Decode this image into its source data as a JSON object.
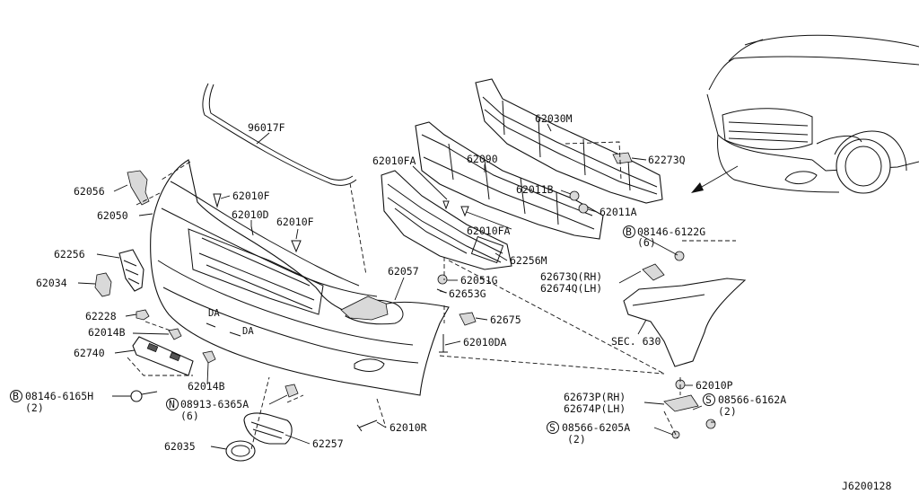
{
  "diagram_code": "J6200128",
  "callouts": [
    {
      "id": "96017F",
      "text": "96017F"
    },
    {
      "id": "62030M",
      "text": "62030M"
    },
    {
      "id": "62273Q",
      "text": "62273Q"
    },
    {
      "id": "62010FA-a",
      "text": "62010FA"
    },
    {
      "id": "62090",
      "text": "62090"
    },
    {
      "id": "62011B",
      "text": "62011B"
    },
    {
      "id": "62011A",
      "text": "62011A"
    },
    {
      "id": "62056",
      "text": "62056"
    },
    {
      "id": "62010F-a",
      "text": "62010F"
    },
    {
      "id": "62050",
      "text": "62050"
    },
    {
      "id": "62010D",
      "text": "62010D"
    },
    {
      "id": "62010F-b",
      "text": "62010F"
    },
    {
      "id": "62010FA-b",
      "text": "62010FA"
    },
    {
      "id": "08146-6122G",
      "text": "08146-6122G",
      "prefix": "B"
    },
    {
      "id": "08146-6122G-qty",
      "text": "(6)"
    },
    {
      "id": "62256",
      "text": "62256"
    },
    {
      "id": "62256M",
      "text": "62256M"
    },
    {
      "id": "62034",
      "text": "62034"
    },
    {
      "id": "62057",
      "text": "62057"
    },
    {
      "id": "62051G",
      "text": "62051G"
    },
    {
      "id": "62653G",
      "text": "62653G"
    },
    {
      "id": "62673Q",
      "text": "62673Q(RH)"
    },
    {
      "id": "62674Q",
      "text": "62674Q(LH)"
    },
    {
      "id": "62228",
      "text": "62228"
    },
    {
      "id": "62675",
      "text": "62675"
    },
    {
      "id": "62014B-a",
      "text": "62014B"
    },
    {
      "id": "62010DA",
      "text": "62010DA"
    },
    {
      "id": "SEC630",
      "text": "SEC. 630"
    },
    {
      "id": "62740",
      "text": "62740"
    },
    {
      "id": "62014B-b",
      "text": "62014B"
    },
    {
      "id": "62010P",
      "text": "62010P"
    },
    {
      "id": "08146-6165H",
      "text": "08146-6165H",
      "prefix": "B"
    },
    {
      "id": "08146-6165H-qty",
      "text": "(2)"
    },
    {
      "id": "08913-6365A",
      "text": "08913-6365A",
      "prefix": "N"
    },
    {
      "id": "08913-6365A-qty",
      "text": "(6)"
    },
    {
      "id": "62673P",
      "text": "62673P(RH)"
    },
    {
      "id": "62674P",
      "text": "62674P(LH)"
    },
    {
      "id": "08566-6162A",
      "text": "08566-6162A",
      "prefix": "S"
    },
    {
      "id": "08566-6162A-qty",
      "text": "(2)"
    },
    {
      "id": "62010R",
      "text": "62010R"
    },
    {
      "id": "08566-6205A",
      "text": "08566-6205A",
      "prefix": "S"
    },
    {
      "id": "08566-6205A-qty",
      "text": "(2)"
    },
    {
      "id": "62257",
      "text": "62257"
    },
    {
      "id": "62035",
      "text": "62035"
    }
  ]
}
